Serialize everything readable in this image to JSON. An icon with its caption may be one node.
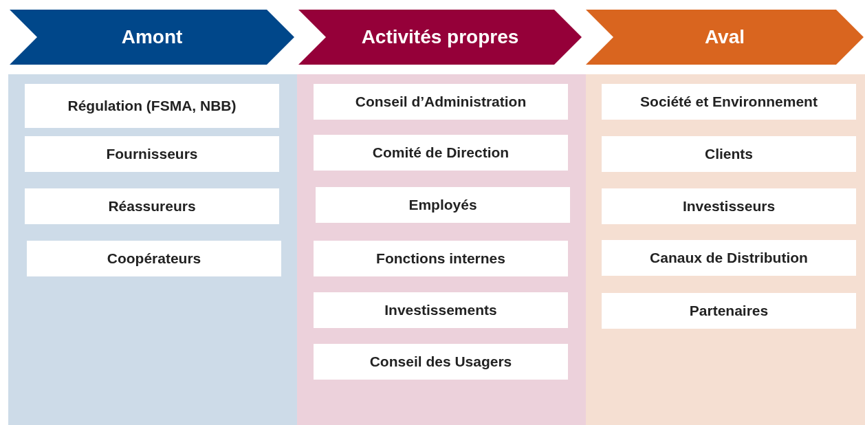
{
  "diagram": {
    "nodes": [
      {
        "text": [
          "Amont"
        ]
      },
      {
        "text": [
          "Régulation (FSMA, NBB)"
        ],
        "in": 0
      },
      {
        "text": [
          "Fournisseurs"
        ],
        "in": 0
      },
      {
        "text": [
          "Réassureurs"
        ],
        "in": 0
      },
      {
        "text": [
          "Coopérateurs"
        ],
        "in": 0
      },
      {
        "text": [
          "Activités propres"
        ]
      },
      {
        "text": [
          "Conseil d’Administration"
        ],
        "in": 5
      },
      {
        "text": [
          "Comité de Direction"
        ],
        "in": 5
      },
      {
        "text": [
          "Employés"
        ],
        "in": 5
      },
      {
        "text": [
          "Fonctions internes"
        ],
        "in": 5
      },
      {
        "text": [
          "Investissements"
        ],
        "in": 5
      },
      {
        "text": [
          "Conseil des Usagers"
        ],
        "in": 5
      },
      {
        "text": [
          "Aval"
        ]
      },
      {
        "text": [
          "Société et Environnement"
        ],
        "in": 12
      },
      {
        "text": [
          "Clients"
        ],
        "in": 12
      },
      {
        "text": [
          "Investisseurs"
        ],
        "in": 12
      },
      {
        "text": [
          "Canaux de Distribution"
        ],
        "in": 12
      },
      {
        "text": [
          "Partenaires"
        ],
        "in": 12
      }
    ],
    "edges": []
  }
}
